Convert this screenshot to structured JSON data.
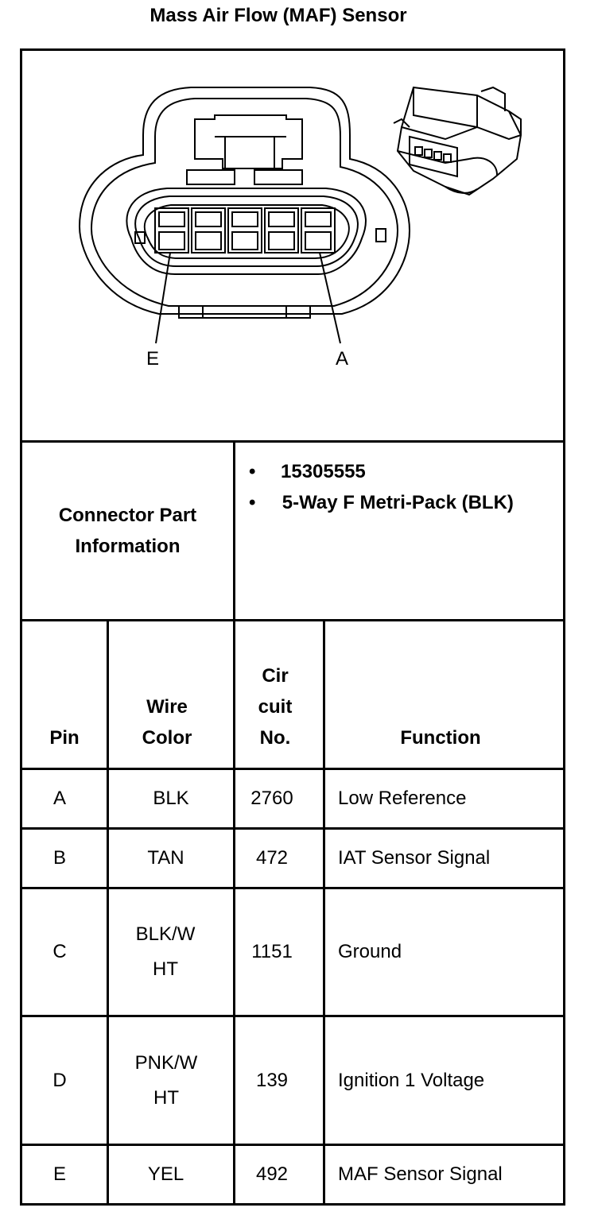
{
  "title": "Mass Air Flow (MAF) Sensor",
  "diagram": {
    "pin_labels": {
      "left": "E",
      "right": "A"
    }
  },
  "connector_info": {
    "label": "Connector Part Information",
    "items": [
      "15305555",
      "5-Way F Metri-Pack (BLK)"
    ]
  },
  "table": {
    "headers": {
      "pin": "Pin",
      "wire_color": "Wire Color",
      "circuit": "Cir cuit No.",
      "function": "Function"
    },
    "rows": [
      {
        "pin": "A",
        "wire_color": "BLK",
        "circuit": "2760",
        "function": "Low Reference"
      },
      {
        "pin": "B",
        "wire_color": "TAN",
        "circuit": "472",
        "function": "IAT Sensor Signal"
      },
      {
        "pin": "C",
        "wire_color": "BLK/W HT",
        "circuit": "1151",
        "function": "Ground"
      },
      {
        "pin": "D",
        "wire_color": "PNK/W HT",
        "circuit": "139",
        "function": "Ignition 1 Voltage"
      },
      {
        "pin": "E",
        "wire_color": "YEL",
        "circuit": "492",
        "function": "MAF Sensor Signal"
      }
    ]
  }
}
